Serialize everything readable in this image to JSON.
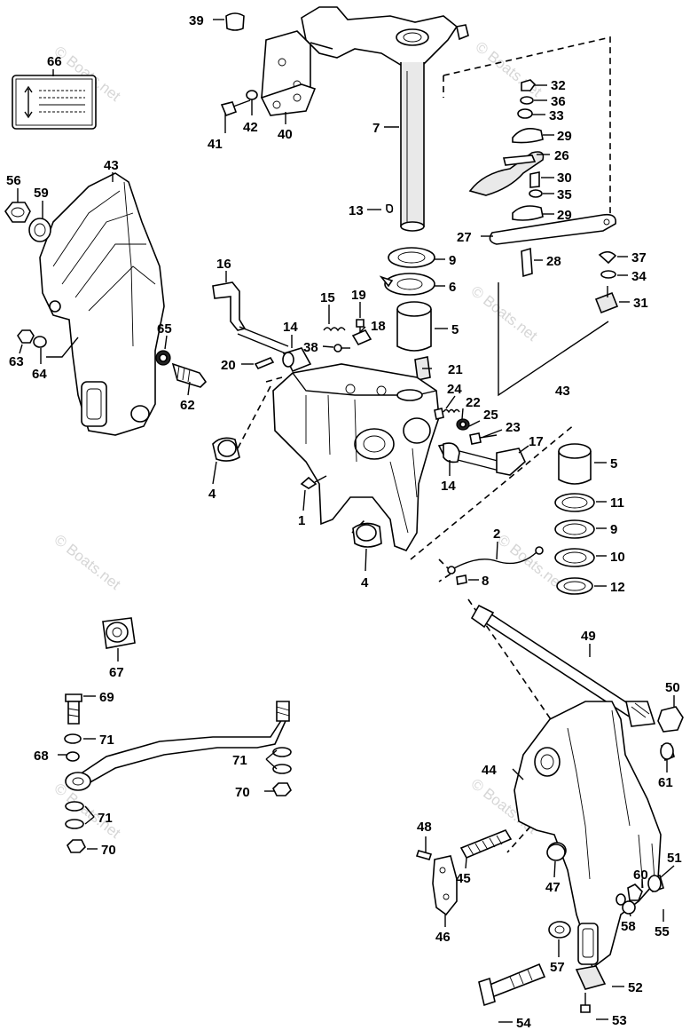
{
  "watermark": "© Boats.net",
  "callouts": [
    {
      "id": "c39",
      "label": "39"
    },
    {
      "id": "c66",
      "label": "66"
    },
    {
      "id": "c42",
      "label": "42"
    },
    {
      "id": "c40",
      "label": "40"
    },
    {
      "id": "c41",
      "label": "41"
    },
    {
      "id": "c7",
      "label": "7"
    },
    {
      "id": "c32",
      "label": "32"
    },
    {
      "id": "c36",
      "label": "36"
    },
    {
      "id": "c33",
      "label": "33"
    },
    {
      "id": "c29a",
      "label": "29"
    },
    {
      "id": "c26",
      "label": "26"
    },
    {
      "id": "c30",
      "label": "30"
    },
    {
      "id": "c35",
      "label": "35"
    },
    {
      "id": "c29b",
      "label": "29"
    },
    {
      "id": "c27",
      "label": "27"
    },
    {
      "id": "c37",
      "label": "37"
    },
    {
      "id": "c34",
      "label": "34"
    },
    {
      "id": "c31",
      "label": "31"
    },
    {
      "id": "c28",
      "label": "28"
    },
    {
      "id": "c56",
      "label": "56"
    },
    {
      "id": "c59",
      "label": "59"
    },
    {
      "id": "c43a",
      "label": "43"
    },
    {
      "id": "c13",
      "label": "13"
    },
    {
      "id": "c9a",
      "label": "9"
    },
    {
      "id": "c6",
      "label": "6"
    },
    {
      "id": "c16",
      "label": "16"
    },
    {
      "id": "c15",
      "label": "15"
    },
    {
      "id": "c19",
      "label": "19"
    },
    {
      "id": "c18",
      "label": "18"
    },
    {
      "id": "c5a",
      "label": "5"
    },
    {
      "id": "c14a",
      "label": "14"
    },
    {
      "id": "c38",
      "label": "38"
    },
    {
      "id": "c65",
      "label": "65"
    },
    {
      "id": "c20",
      "label": "20"
    },
    {
      "id": "c21",
      "label": "21"
    },
    {
      "id": "c63",
      "label": "63"
    },
    {
      "id": "c64",
      "label": "64"
    },
    {
      "id": "c62",
      "label": "62"
    },
    {
      "id": "c43b",
      "label": "43"
    },
    {
      "id": "c24",
      "label": "24"
    },
    {
      "id": "c22",
      "label": "22"
    },
    {
      "id": "c25",
      "label": "25"
    },
    {
      "id": "c23",
      "label": "23"
    },
    {
      "id": "c17",
      "label": "17"
    },
    {
      "id": "c4a",
      "label": "4"
    },
    {
      "id": "c5b",
      "label": "5"
    },
    {
      "id": "c14b",
      "label": "14"
    },
    {
      "id": "c1",
      "label": "1"
    },
    {
      "id": "c11",
      "label": "11"
    },
    {
      "id": "c9b",
      "label": "9"
    },
    {
      "id": "c2",
      "label": "2"
    },
    {
      "id": "c10",
      "label": "10"
    },
    {
      "id": "c4b",
      "label": "4"
    },
    {
      "id": "c8",
      "label": "8"
    },
    {
      "id": "c12",
      "label": "12"
    },
    {
      "id": "c49",
      "label": "49"
    },
    {
      "id": "c67",
      "label": "67"
    },
    {
      "id": "c69",
      "label": "69"
    },
    {
      "id": "c50",
      "label": "50"
    },
    {
      "id": "c71a",
      "label": "71"
    },
    {
      "id": "c68",
      "label": "68"
    },
    {
      "id": "c71b",
      "label": "71"
    },
    {
      "id": "c44",
      "label": "44"
    },
    {
      "id": "c61",
      "label": "61"
    },
    {
      "id": "c70a",
      "label": "70"
    },
    {
      "id": "c71c",
      "label": "71"
    },
    {
      "id": "c70b",
      "label": "70"
    },
    {
      "id": "c48",
      "label": "48"
    },
    {
      "id": "c45",
      "label": "45"
    },
    {
      "id": "c47",
      "label": "47"
    },
    {
      "id": "c51",
      "label": "51"
    },
    {
      "id": "c60",
      "label": "60"
    },
    {
      "id": "c46",
      "label": "46"
    },
    {
      "id": "c55",
      "label": "55"
    },
    {
      "id": "c58",
      "label": "58"
    },
    {
      "id": "c57",
      "label": "57"
    },
    {
      "id": "c52",
      "label": "52"
    },
    {
      "id": "c54",
      "label": "54"
    },
    {
      "id": "c53",
      "label": "53"
    }
  ]
}
